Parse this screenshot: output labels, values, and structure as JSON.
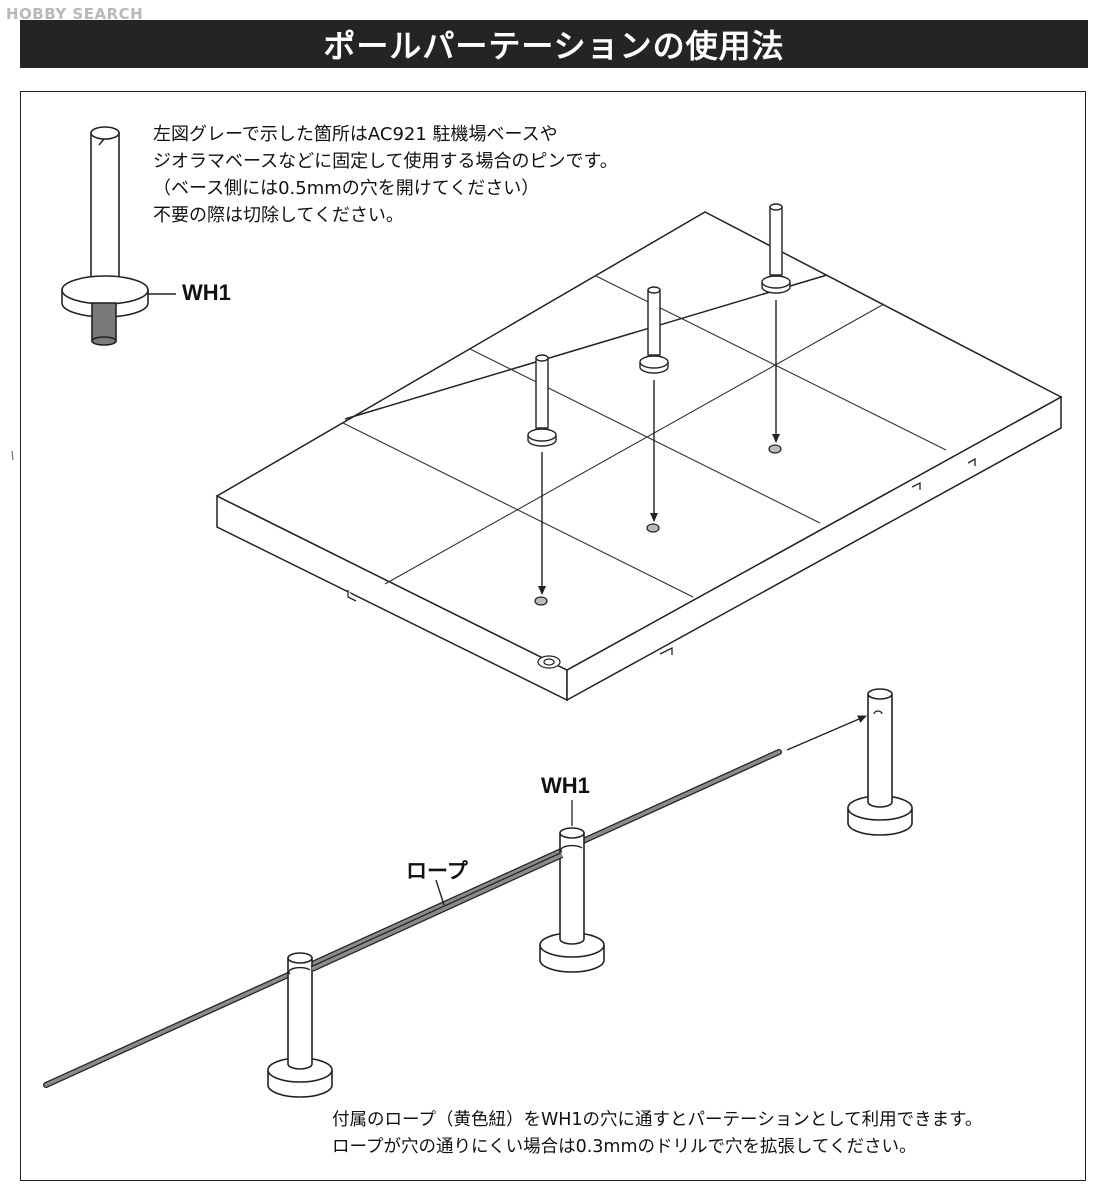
{
  "watermark": {
    "text": "HOBBY SEARCH"
  },
  "header": {
    "title": "ポールパーテーションの使用法"
  },
  "instructions": {
    "pin_note": [
      "左図グレーで示した箇所はAC921 駐機場ベースや",
      "ジオラマベースなどに固定して使用する場合のピンです。",
      "（ベース側には0.5mmの穴を開けてください）",
      "不要の際は切除してください。"
    ],
    "rope_note": [
      "付属のロープ（黄色紐）をWH1の穴に通すとパーテーションとして利用できます。",
      "ロープが穴の通りにくい場合は0.3mmのドリルで穴を拡張してください。"
    ]
  },
  "labels": {
    "part_top": "WH1",
    "part_bottom": "WH1",
    "rope": "ロープ"
  },
  "colors": {
    "header_bg": "#242424",
    "pin_gray": "#7a7a7a",
    "rope_gray": "#8a8a8a",
    "line": "#222222"
  }
}
